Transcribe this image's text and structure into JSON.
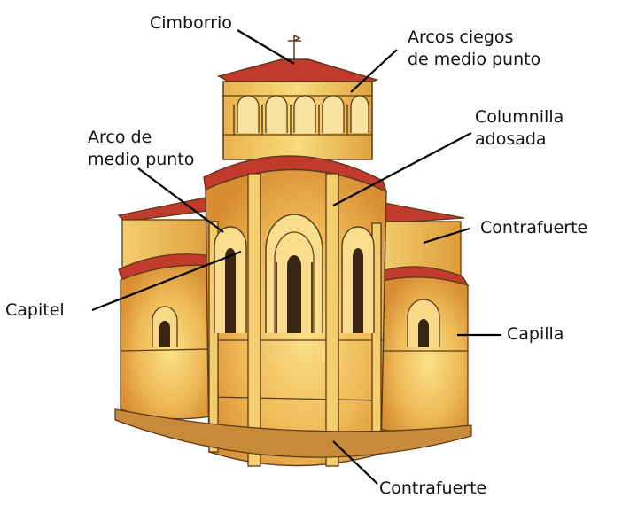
{
  "labels": {
    "cimborrio": "Cimborrio",
    "arcos_ciegos_1": "Arcos ciegos",
    "arcos_ciegos_2": "de medio punto",
    "columnilla_1": "Columnilla",
    "columnilla_2": "adosada",
    "arco_medio_1": "Arco de",
    "arco_medio_2": "medio punto",
    "contrafuerte_right": "Contrafuerte",
    "capitel": "Capitel",
    "capilla": "Capilla",
    "contrafuerte_bottom": "Contrafuerte"
  },
  "colors": {
    "roof": "#c23a2c",
    "wall_light": "#f6d77a",
    "wall_mid": "#eab54e",
    "wall_dark": "#d99535",
    "outline": "#5a3a1a",
    "leader": "#000000"
  }
}
